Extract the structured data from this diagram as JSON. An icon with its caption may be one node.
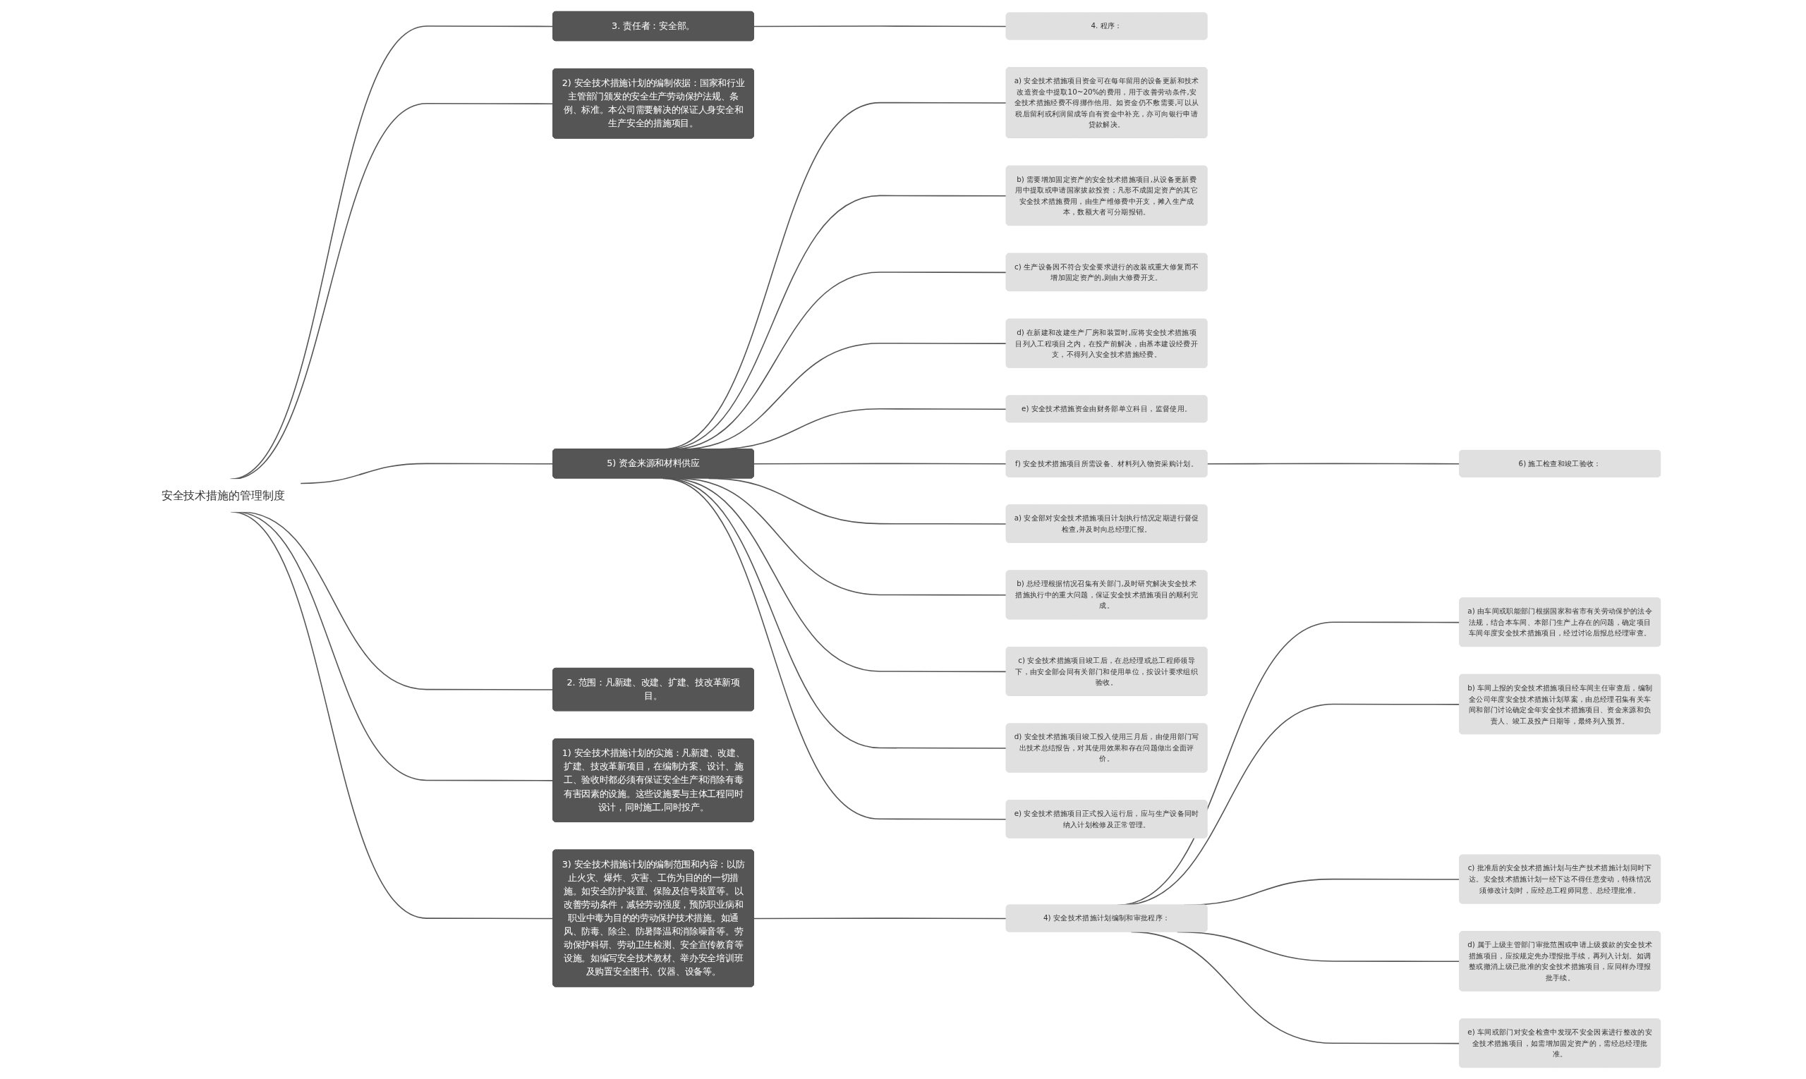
{
  "diagram": {
    "nodes": [
      {
        "text": [
          "安全技术措施的管理制度"
        ]
      },
      {
        "text": [
          "3. 责任者：安全部。"
        ]
      },
      {
        "text": [
          "4. 程序："
        ]
      },
      {
        "text": [
          "2) 安全技术措施计划的编制依据：国家和行业主管部门颁发的安全生产劳动保护法规、条例、标准。本公司需要解决的保证人身安全和生产安全的措施项目。"
        ]
      },
      {
        "text": [
          "5) 资金来源和材料供应"
        ]
      },
      {
        "text": [
          "a) 安全技术措施项目资金可在每年留用的设备更新和技术改造资金中提取10~20%的费用，用于改善劳动条件,安全技术措施经费不得挪作他用。如资金仍不敷需要,可以从税后留利或利润留成等自有资金中补充，亦可向银行申请贷款解决。"
        ]
      },
      {
        "text": [
          "b) 需要增加固定资产的安全技术措施项目,从设备更新费用中提取或申请国家拔款投资；凡形不成固定资产的其它安全技术措施费用，由生产维修费中开支，摊入生产成本，数额大者可分期报销。"
        ]
      },
      {
        "text": [
          "c) 生产设备因不符合安全要求进行的改装或重大修复而不增加固定资产的,则由大修费开支。"
        ]
      },
      {
        "text": [
          "d) 在新建和改建生产厂房和装置时,应将安全技术措施项目列入工程项目之内，在投产前解决，由基本建设经费开支，不得列入安全技术措施经费。"
        ]
      },
      {
        "text": [
          "e) 安全技术措施资金由财务部单立科目，监督使用。"
        ]
      },
      {
        "text": [
          "f) 安全技术措施项目所需设备、材料列入物资采购计划。"
        ]
      },
      {
        "text": [
          "6) 施工检查和竣工验收："
        ]
      },
      {
        "text": [
          "a) 安全部对安全技术措施项目计划执行情况定期进行督促检查,并及时向总经理汇报。"
        ]
      },
      {
        "text": [
          "b) 总经理根据情况召集有关部门,及时研究解决安全技术措施执行中的重大问题，保证安全技术措施项目的顺利完成。"
        ]
      },
      {
        "text": [
          "c) 安全技术措施项目竣工后，在总经理或总工程师领导下，由安全部会同有关部门和使用单位，按设计要求组织验收。"
        ]
      },
      {
        "text": [
          "d) 安全技术措施项目竣工投入使用三月后，由使用部门写出技术总结报告，对其使用效果和存在问题做出全面评价。"
        ]
      },
      {
        "text": [
          "e) 安全技术措施项目正式投入运行后，应与生产设备同时纳入计划检修及正常管理。"
        ]
      },
      {
        "text": [
          "2. 范围：凡新建、改建、扩建、技改革新项目。"
        ]
      },
      {
        "text": [
          "1) 安全技术措施计划的实施：凡新建、改建、扩建、技改革新项目，在编制方案、设计、施工、验收时都必须有保证安全生产和消除有毒有害因素的设施。这些设施要与主体工程同时设计，同时施工,同时投产。"
        ]
      },
      {
        "text": [
          "3) 安全技术措施计划的编制范围和内容：以防止火灾、爆炸、灾害、工伤为目的的一切措施。如安全防护装置、保险及信号装置等。以改善劳动条件，减轻劳动强度，预防职业病和职业中毒为目的的劳动保护技术措施。如通风、防毒、除尘、防暑降温和消除噪音等。劳动保护科研、劳动卫生检测、安全宣传教育等设施。如编写安全技术教材、举办安全培训班及购置安全图书、仪器、设备等。"
        ]
      },
      {
        "text": [
          "4) 安全技术措施计划编制和审批程序："
        ]
      },
      {
        "text": [
          "a) 由车间或职能部门根据国家和省市有关劳动保护的法令法规，结合本车间、本部门生产上存在的问题，确定项目车间年度安全技术措施项目，经过讨论后报总经理审查。"
        ]
      },
      {
        "text": [
          "b) 车间上报的安全技术措施项目经车间主任审查后，编制全公司年度安全技术措施计划草案，由总经理召集有关车间和部门讨论确定全年安全技术措施项目、资金来源和负责人、竣工及投产日期等，最终列入预算。"
        ]
      },
      {
        "text": [
          "c) 批准后的安全技术措施计划与生产技术措施计划同时下达。安全技术措施计划一经下达不得任意变动，特殊情况须修改计划时，应经总工程师同意、总经理批准。"
        ]
      },
      {
        "text": [
          "d) 属于上级主管部门审批范围或申请上级拨款的安全技术措施项目，应按规定先办理报批手续，再列入计划。如调整或撤消上级已批准的安全技术措施项目，应同样办理报批手续。"
        ]
      },
      {
        "text": [
          "e) 车间或部门对安全检查中发现不安全因素进行整改的安全技术措施项目，如需增加固定资产的，需经总经理批准。"
        ]
      }
    ],
    "edges": [
      {
        "from": 0,
        "to": 1,
        "arrow": "none"
      },
      {
        "from": 1,
        "to": 2,
        "arrow": "none"
      },
      {
        "from": 0,
        "to": 3,
        "arrow": "none"
      },
      {
        "from": 0,
        "to": 4,
        "arrow": "none"
      },
      {
        "from": 4,
        "to": 5,
        "arrow": "none"
      },
      {
        "from": 4,
        "to": 6,
        "arrow": "none"
      },
      {
        "from": 4,
        "to": 7,
        "arrow": "none"
      },
      {
        "from": 4,
        "to": 8,
        "arrow": "none"
      },
      {
        "from": 4,
        "to": 9,
        "arrow": "none"
      },
      {
        "from": 4,
        "to": 10,
        "arrow": "none"
      },
      {
        "from": 10,
        "to": 11,
        "arrow": "none"
      },
      {
        "from": 4,
        "to": 12,
        "arrow": "none"
      },
      {
        "from": 4,
        "to": 13,
        "arrow": "none"
      },
      {
        "from": 4,
        "to": 14,
        "arrow": "none"
      },
      {
        "from": 4,
        "to": 15,
        "arrow": "none"
      },
      {
        "from": 4,
        "to": 16,
        "arrow": "none"
      },
      {
        "from": 0,
        "to": 17,
        "arrow": "none"
      },
      {
        "from": 0,
        "to": 18,
        "arrow": "none"
      },
      {
        "from": 0,
        "to": 19,
        "arrow": "none"
      },
      {
        "from": 19,
        "to": 20,
        "arrow": "none"
      },
      {
        "from": 20,
        "to": 21,
        "arrow": "none"
      },
      {
        "from": 20,
        "to": 22,
        "arrow": "none"
      },
      {
        "from": 20,
        "to": 23,
        "arrow": "none"
      },
      {
        "from": 20,
        "to": 24,
        "arrow": "none"
      },
      {
        "from": 20,
        "to": 25,
        "arrow": "none"
      }
    ]
  }
}
